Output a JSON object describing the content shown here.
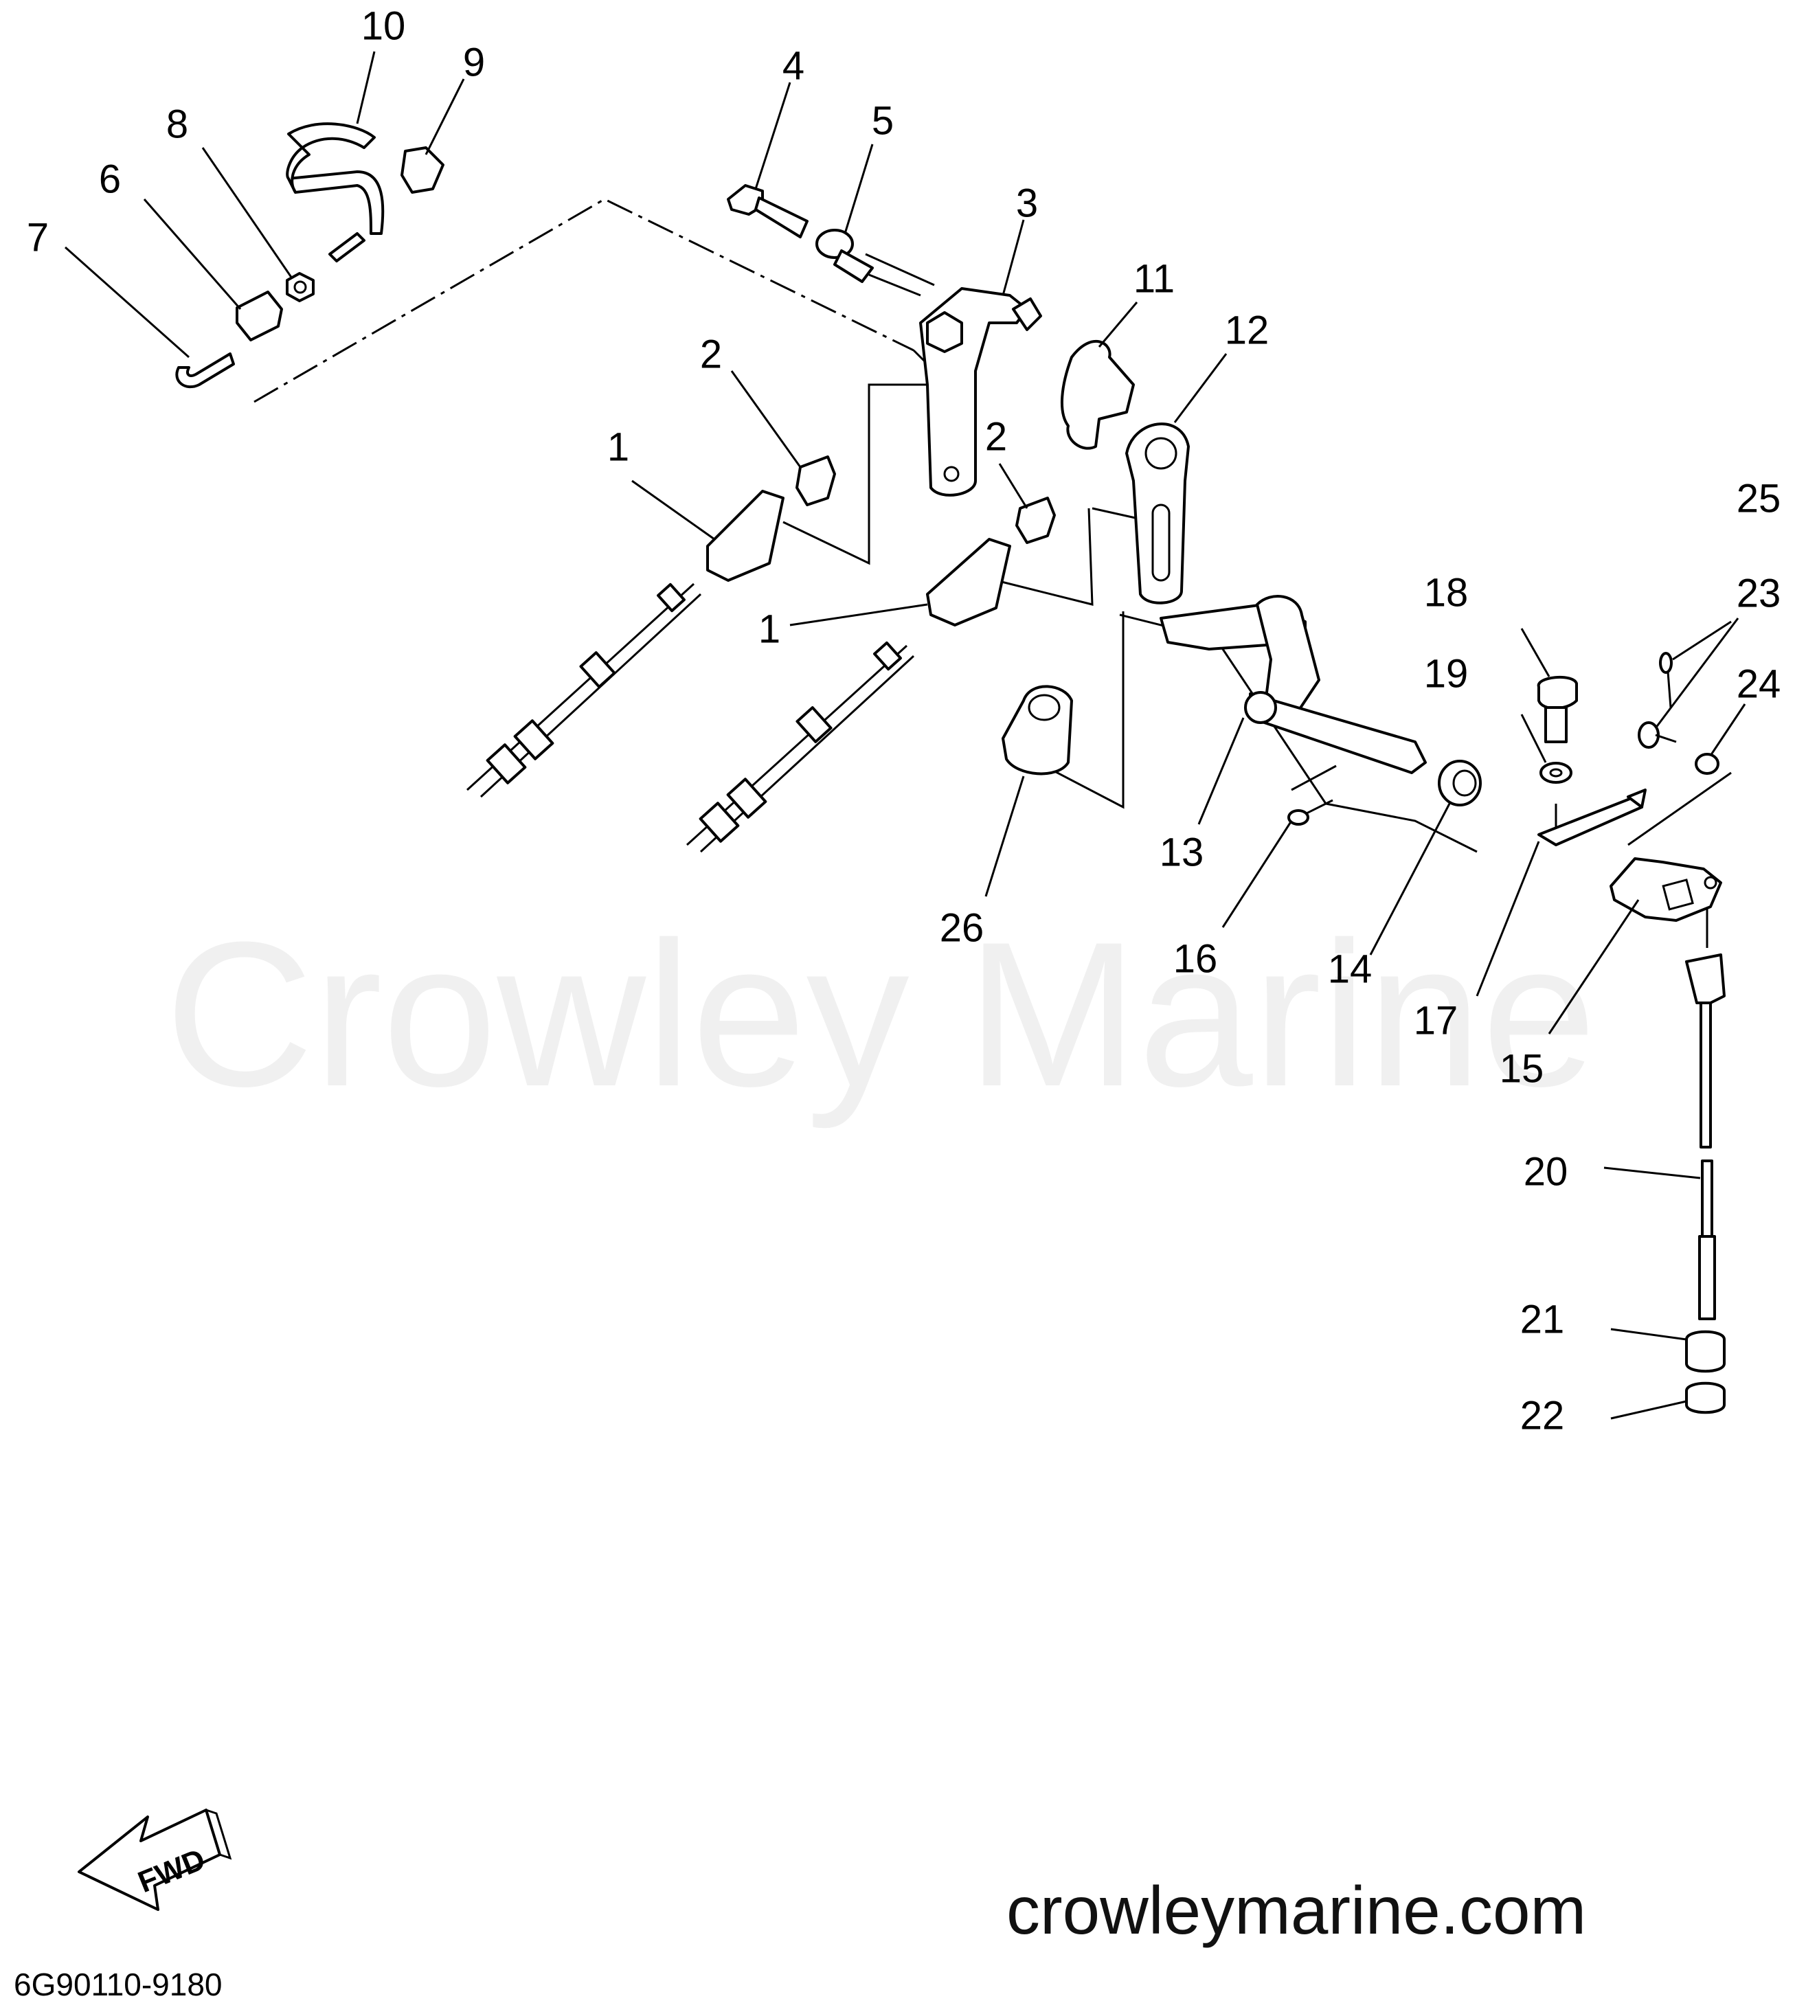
{
  "diagram": {
    "watermark": "Crowley Marine",
    "website": "crowleymarine.com",
    "catalog_number": "6G90110-9180",
    "fwd_label": "FWD",
    "callouts": [
      {
        "id": "c1a",
        "label": "1"
      },
      {
        "id": "c1b",
        "label": "1"
      },
      {
        "id": "c2a",
        "label": "2"
      },
      {
        "id": "c2b",
        "label": "2"
      },
      {
        "id": "c3",
        "label": "3"
      },
      {
        "id": "c4",
        "label": "4"
      },
      {
        "id": "c5",
        "label": "5"
      },
      {
        "id": "c6",
        "label": "6"
      },
      {
        "id": "c7",
        "label": "7"
      },
      {
        "id": "c8",
        "label": "8"
      },
      {
        "id": "c9",
        "label": "9"
      },
      {
        "id": "c10",
        "label": "10"
      },
      {
        "id": "c11",
        "label": "11"
      },
      {
        "id": "c12",
        "label": "12"
      },
      {
        "id": "c13",
        "label": "13"
      },
      {
        "id": "c14",
        "label": "14"
      },
      {
        "id": "c15",
        "label": "15"
      },
      {
        "id": "c16",
        "label": "16"
      },
      {
        "id": "c17",
        "label": "17"
      },
      {
        "id": "c18",
        "label": "18"
      },
      {
        "id": "c19",
        "label": "19"
      },
      {
        "id": "c20",
        "label": "20"
      },
      {
        "id": "c21",
        "label": "21"
      },
      {
        "id": "c22",
        "label": "22"
      },
      {
        "id": "c23",
        "label": "23"
      },
      {
        "id": "c24",
        "label": "24"
      },
      {
        "id": "c25",
        "label": "25"
      },
      {
        "id": "c26",
        "label": "26"
      }
    ]
  }
}
